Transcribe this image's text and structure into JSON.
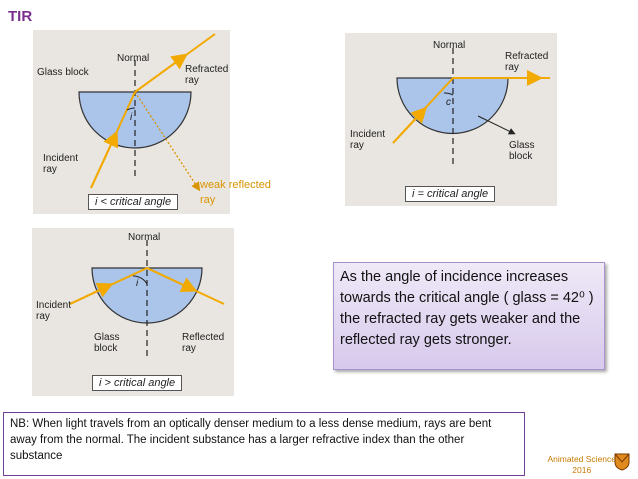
{
  "page_title": "TIR",
  "diagram1": {
    "glass_label": "Glass block",
    "normal_label": "Normal",
    "refracted_label": "Refracted\nray",
    "incident_label": "Incident\nray",
    "angle_label": "i",
    "caption": "i < critical angle",
    "weak_label": "weak reflected\nray"
  },
  "diagram2": {
    "normal_label": "Normal",
    "refracted_label": "Refracted\nray",
    "incident_label": "Incident\nray",
    "angle_label": "c",
    "glass_label": "Glass\nblock",
    "caption": "i = critical angle"
  },
  "diagram3": {
    "normal_label": "Normal",
    "incident_label": "Incident\nray",
    "angle_label": "i",
    "glass_label": "Glass\nblock",
    "reflected_label": "Reflected\nray",
    "caption": "i > critical angle"
  },
  "info_box": "As  the angle  of  incidence increases towards the critical angle  ( glass = 42⁰ )   the refracted ray  gets weaker and  the  reflected ray  gets stronger.",
  "note": "NB: When light travels from an optically denser medium to a less dense medium, rays are bent away from the normal.  The incident substance has a larger refractive index than the other substance",
  "credit": "Animated Science\n2016",
  "colors": {
    "title": "#7a2f8f",
    "glass": "#aac4ea",
    "ray": "#f2a900",
    "weak": "#d99400",
    "info_border": "#a894cc",
    "note_border": "#6f3e96"
  }
}
